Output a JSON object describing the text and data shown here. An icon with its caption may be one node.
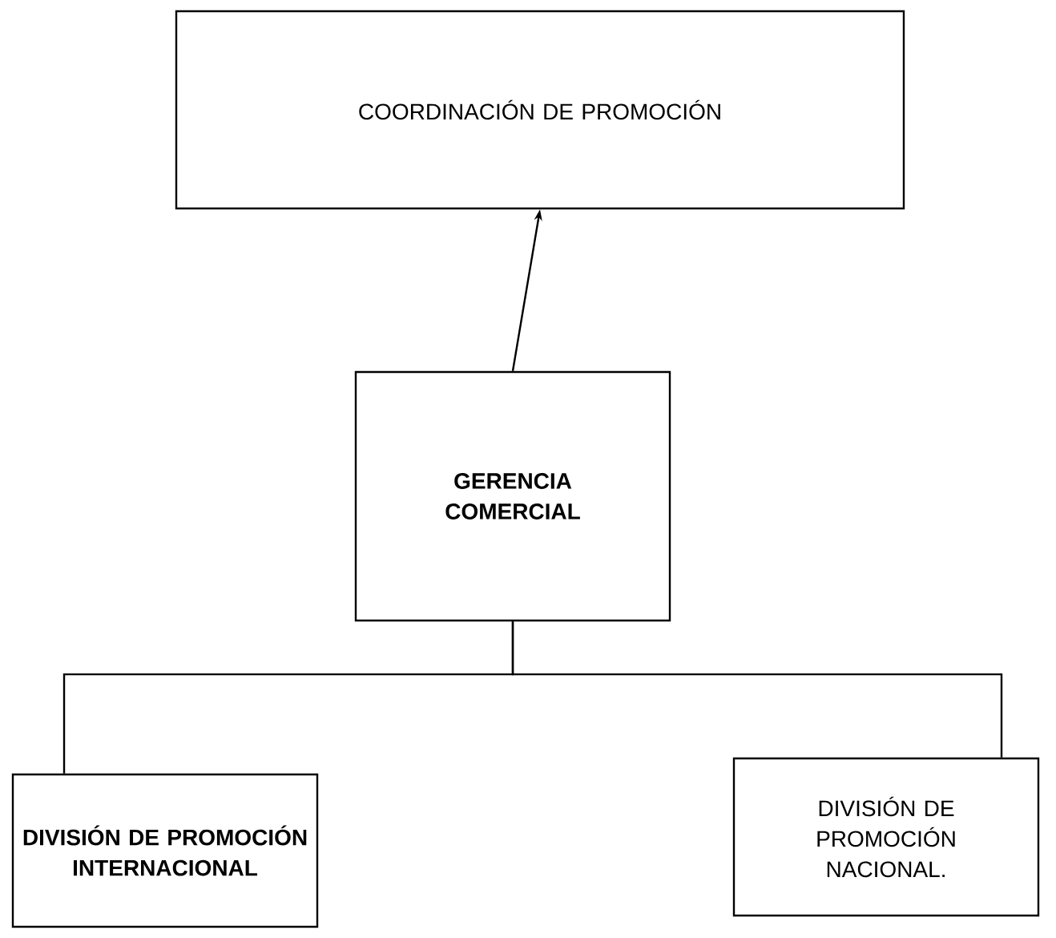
{
  "diagram": {
    "nodes": [
      {
        "text": [
          "COORDINACIÓN DE PROMOCIÓN"
        ]
      },
      {
        "text": [
          "GERENCIA COMERCIAL"
        ]
      },
      {
        "text": [
          "DIVISIÓN DE PROMOCIÓN INTERNACIONAL"
        ]
      },
      {
        "text": [
          "DIVISIÓN DE PROMOCIÓN NACIONAL."
        ]
      }
    ],
    "edges": [
      {
        "from": 1,
        "to": 0,
        "arrow": "to"
      },
      {
        "from": 1,
        "to": 2,
        "arrow": "none"
      },
      {
        "from": 1,
        "to": 3,
        "arrow": "none"
      }
    ]
  }
}
